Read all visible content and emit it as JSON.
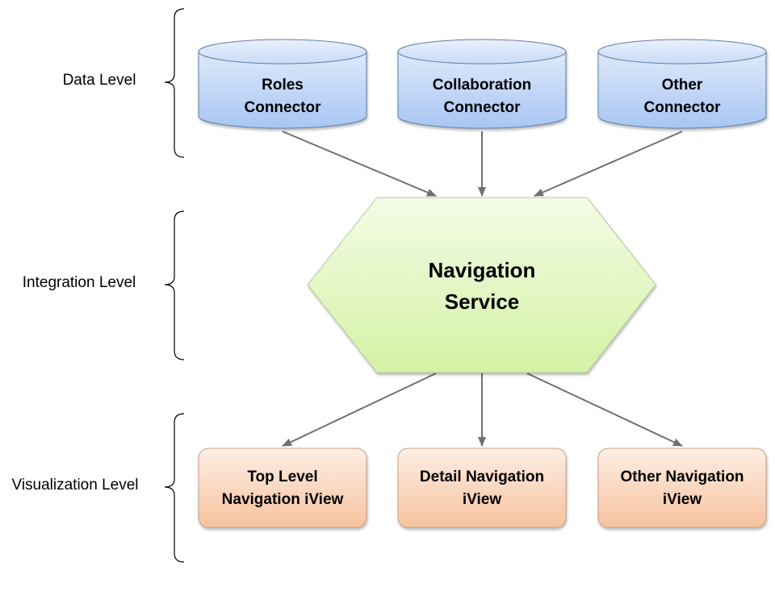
{
  "levels": {
    "data": "Data Level",
    "integration": "Integration Level",
    "visualization": "Visualization Level"
  },
  "connectors": [
    {
      "line1": "Roles",
      "line2": "Connector"
    },
    {
      "line1": "Collaboration",
      "line2": "Connector"
    },
    {
      "line1": "Other",
      "line2": "Connector"
    }
  ],
  "service": {
    "line1": "Navigation",
    "line2": "Service"
  },
  "views": [
    {
      "line1": "Top Level",
      "line2": "Navigation iView"
    },
    {
      "line1": "Detail Navigation",
      "line2": "iView"
    },
    {
      "line1": "Other Navigation",
      "line2": "iView"
    }
  ],
  "colors": {
    "cylinder_top": "#dde9fb",
    "cylinder_bottom": "#a8c6f3",
    "cylinder_stroke": "#5f7fa6",
    "hub_top": "#f3fbe3",
    "hub_bottom": "#d6f3a8",
    "hub_stroke": "#b6c8a0",
    "view_top": "#fde9dc",
    "view_bottom": "#f7c5a3",
    "view_stroke": "#c8a289",
    "arrow": "#707070",
    "bracket": "#000000"
  }
}
